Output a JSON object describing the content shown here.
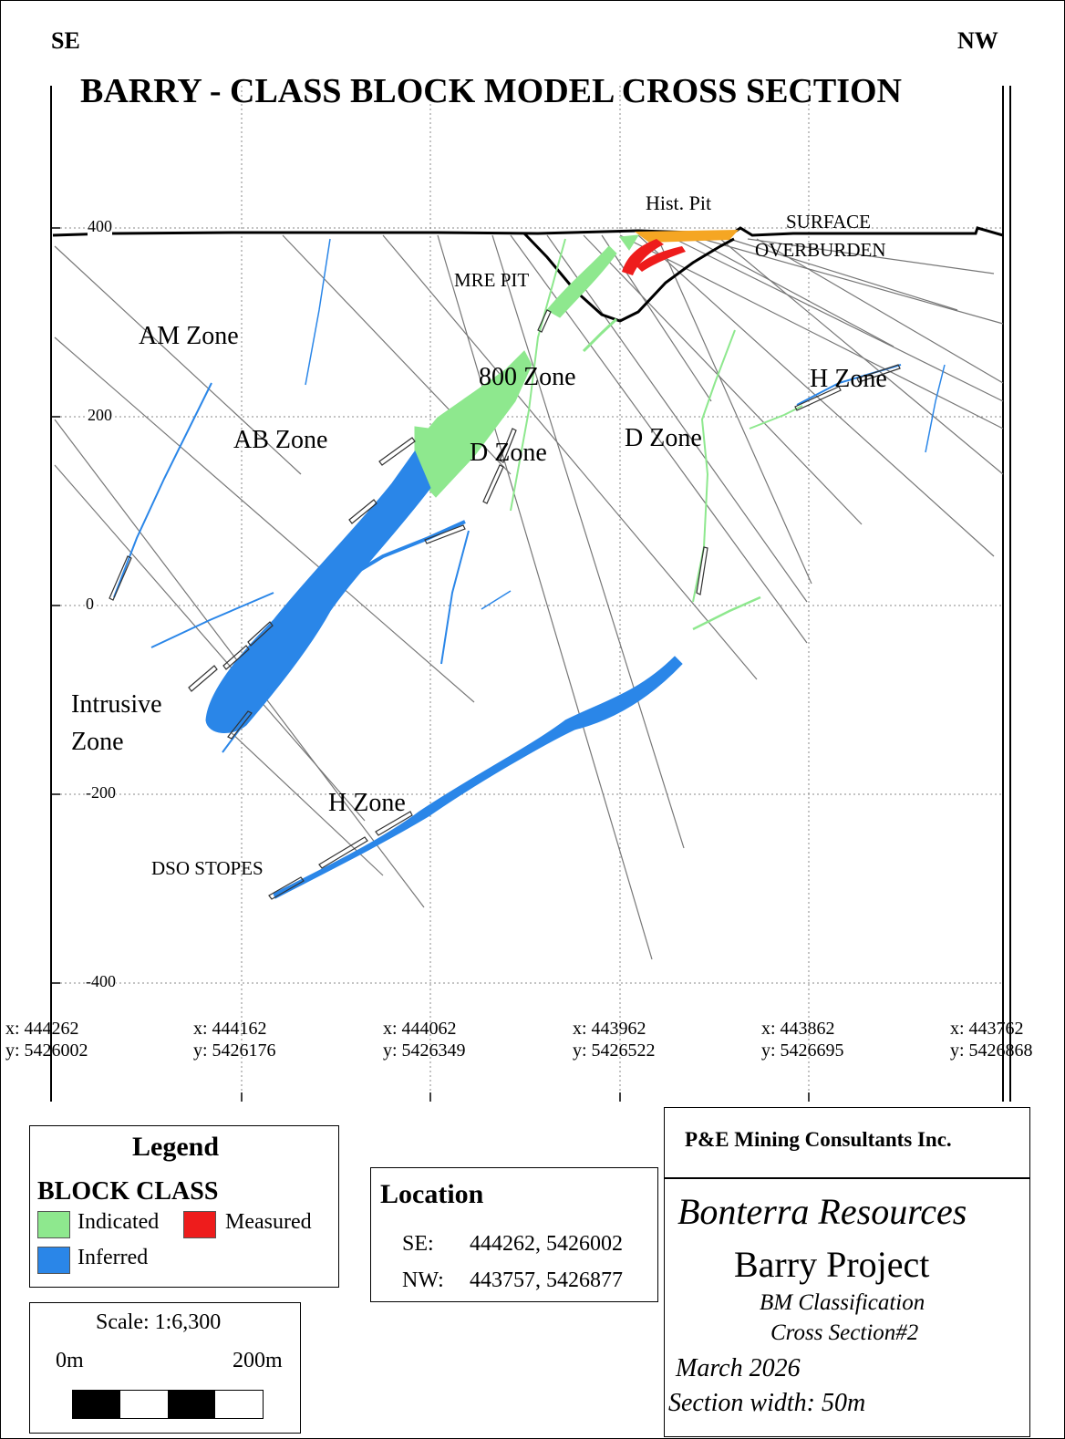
{
  "header": {
    "left_direction": "SE",
    "right_direction": "NW",
    "title": "BARRY - CLASS BLOCK MODEL CROSS SECTION"
  },
  "elevation_labels": [
    "400",
    "200",
    "0",
    "-200",
    "-400"
  ],
  "coordinate_labels": [
    {
      "x": "x: 444262",
      "y": "y: 5426002"
    },
    {
      "x": "x: 444162",
      "y": "y: 5426176"
    },
    {
      "x": "x: 444062",
      "y": "y: 5426349"
    },
    {
      "x": "x: 443962",
      "y": "y: 5426522"
    },
    {
      "x": "x: 443862",
      "y": "y: 5426695"
    },
    {
      "x": "x: 443762",
      "y": "y: 5426868"
    }
  ],
  "annotations": {
    "hist_pit": "Hist. Pit",
    "surface": "SURFACE",
    "overburden": "OVERBURDEN",
    "mre_pit": "MRE PIT",
    "am_zone": "AM Zone",
    "zone_800": "800 Zone",
    "h_zone_upper": "H Zone",
    "ab_zone": "AB Zone",
    "d_zone_left": "D Zone",
    "d_zone_right": "D Zone",
    "intrusive_1": "Intrusive",
    "intrusive_2": "Zone",
    "h_zone_lower": "H Zone",
    "dso_stopes": "DSO STOPES"
  },
  "legend": {
    "title": "Legend",
    "subtitle": "BLOCK CLASS",
    "items": [
      {
        "label": "Indicated",
        "color": "#8ee88e"
      },
      {
        "label": "Measured",
        "color": "#ee1c1c"
      },
      {
        "label": "Inferred",
        "color": "#2a86e8"
      }
    ]
  },
  "location": {
    "title": "Location",
    "rows": [
      {
        "key": "SE:",
        "value": "444262, 5426002"
      },
      {
        "key": "NW:",
        "value": "443757, 5426877"
      }
    ]
  },
  "scale": {
    "label": "Scale: 1:6,300",
    "start": "0m",
    "end": "200m"
  },
  "title_block": {
    "consultant": "P&E Mining Consultants Inc.",
    "client": "Bonterra Resources",
    "project": "Barry Project",
    "line1": "BM Classification",
    "line2": "Cross Section#2",
    "date": "March 2026",
    "section_width": "Section width: 50m"
  },
  "colors": {
    "indicated": "#8ee88e",
    "measured": "#ee1c1c",
    "inferred": "#2a86e8",
    "historic_pit": "#f5a623",
    "grid": "#888888",
    "drillhole": "#777777"
  }
}
